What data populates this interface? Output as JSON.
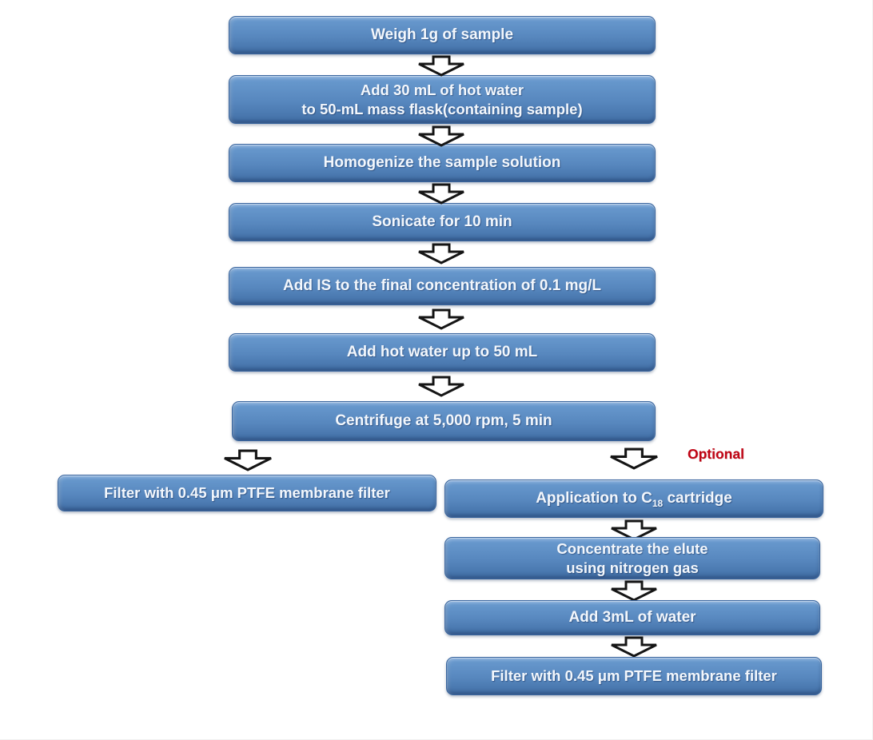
{
  "colors": {
    "box_gradient_top": "#7ba6d8",
    "box_gradient_bottom": "#3e69a1",
    "box_border": "#39659e",
    "box_text": "#f3f7fc",
    "optional_red": "#c00414",
    "arrow_fill": "#ffffff",
    "arrow_outline": "#151515",
    "background": "#ffffff"
  },
  "flow": {
    "main_steps": [
      {
        "label": "Weigh 1g of sample"
      },
      {
        "label": "Add 30 mL of hot water\nto 50-mL mass flask(containing sample)"
      },
      {
        "label": "Homogenize the sample solution"
      },
      {
        "label": "Sonicate for 10 min"
      },
      {
        "label": "Add IS to the final concentration of 0.1 mg/L"
      },
      {
        "label": "Add hot water up to 50 mL"
      },
      {
        "label": "Centrifuge at 5,000 rpm, 5 min"
      }
    ],
    "left_branch": {
      "steps": [
        {
          "label": "Filter with 0.45 μm PTFE membrane filter"
        }
      ]
    },
    "right_branch": {
      "annotation": "Optional",
      "steps": [
        {
          "label_pre": "Application to C",
          "label_sub": "18",
          "label_post": " cartridge"
        },
        {
          "label": "Concentrate the elute\nusing nitrogen gas"
        },
        {
          "label": "Add 3mL of water"
        },
        {
          "label": "Filter with 0.45 μm PTFE membrane filter"
        }
      ]
    },
    "connector_icon": "down-arrow"
  }
}
